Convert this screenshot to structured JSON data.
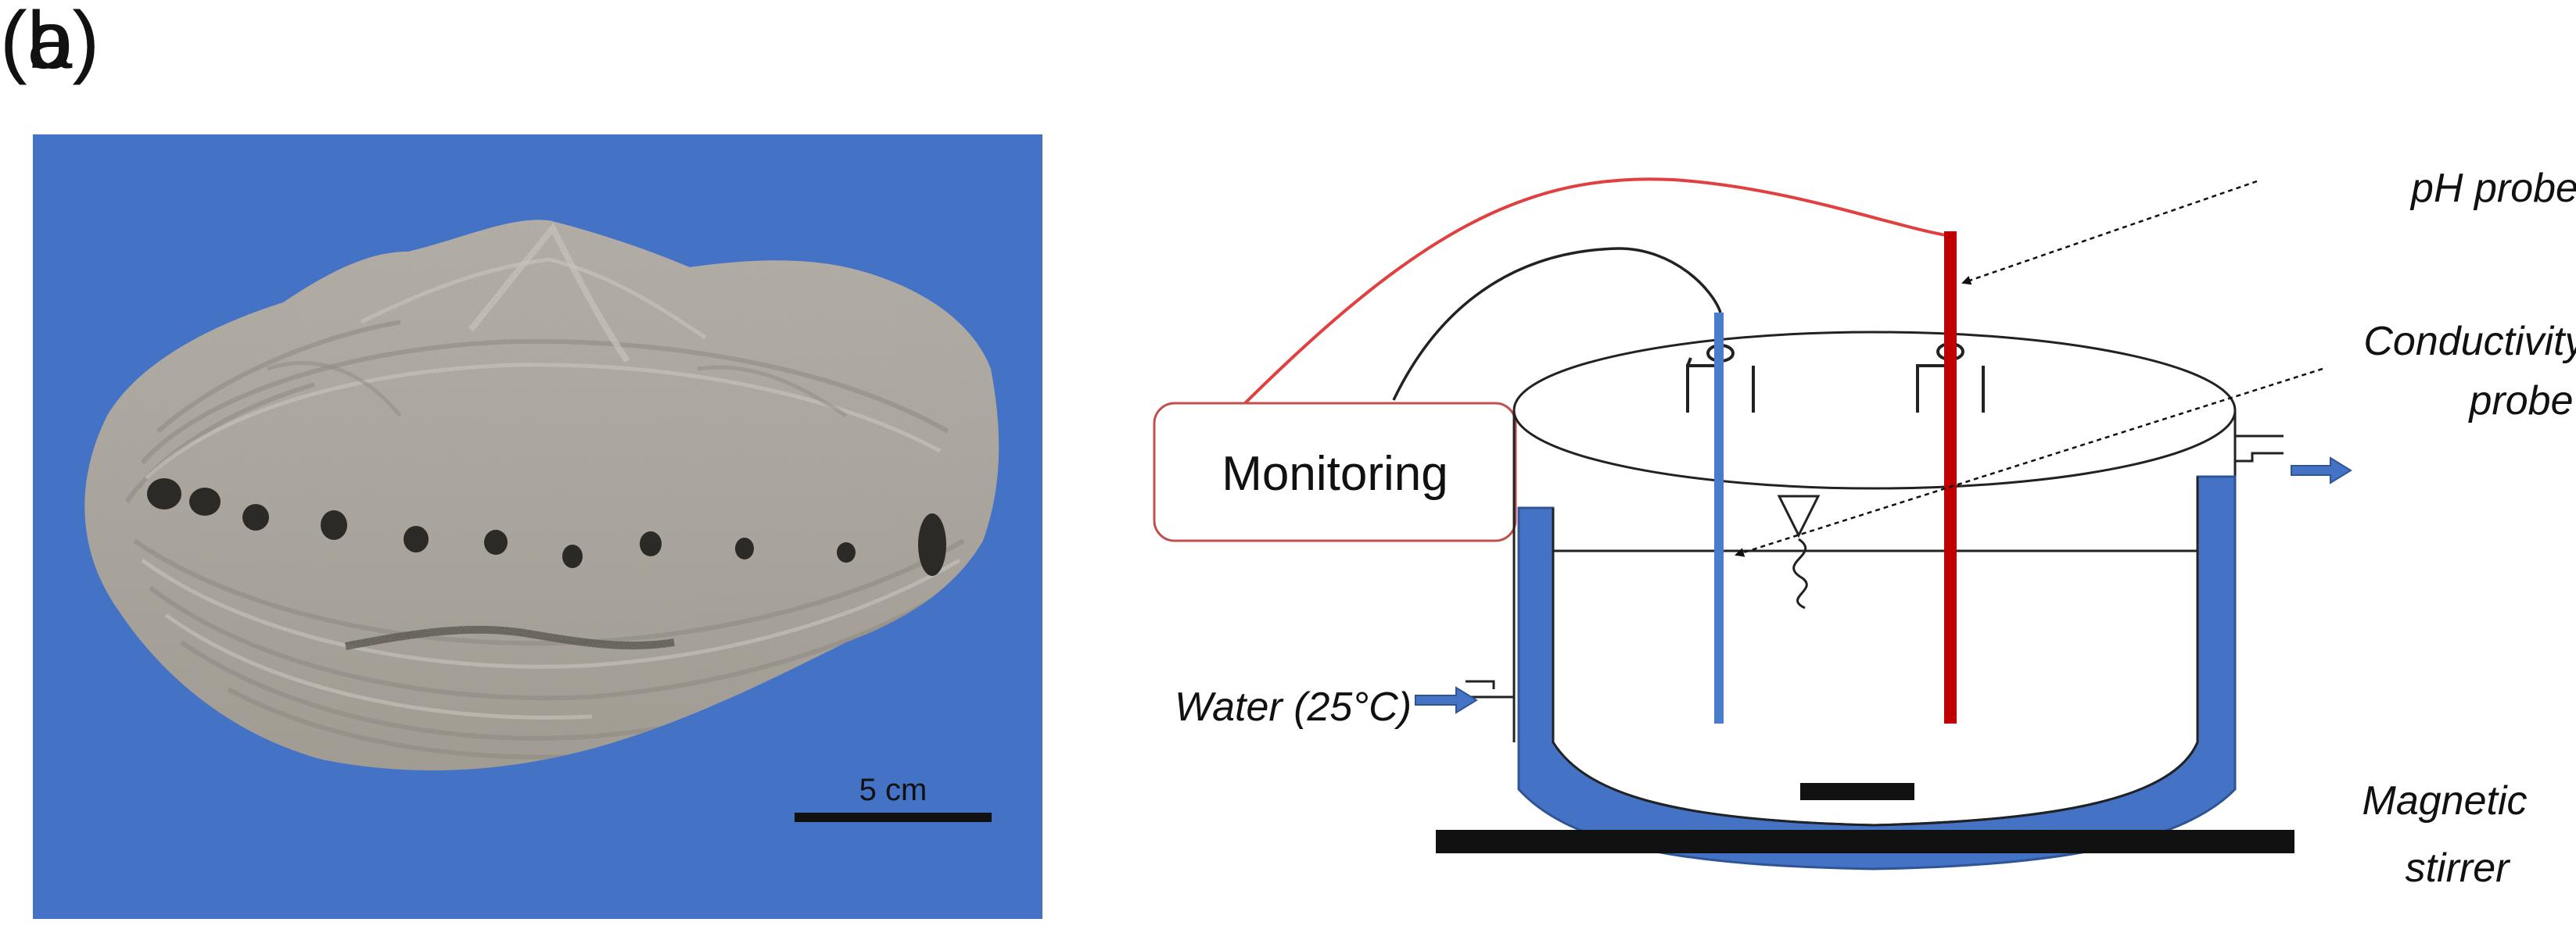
{
  "panels": {
    "a": {
      "label": "(a)",
      "scale_bar_text": "5 cm"
    },
    "b": {
      "label": "(b)",
      "monitoring": "Monitoring",
      "ph_probe": "pH probe",
      "conductivity_line1": "Conductivity",
      "conductivity_line2": "probe",
      "water": "Water (25°C)",
      "stirrer_line1": "Magnetic",
      "stirrer_line2": "stirrer"
    }
  },
  "colors": {
    "photo_background": "#4472c4",
    "water_jacket": "#4472c4",
    "conductivity_probe": "#4a7ccc",
    "ph_probe": "#c00000",
    "ph_cable": "#e04040",
    "monitoring_box_border": "#c0504d",
    "stirrer": "#111111"
  }
}
